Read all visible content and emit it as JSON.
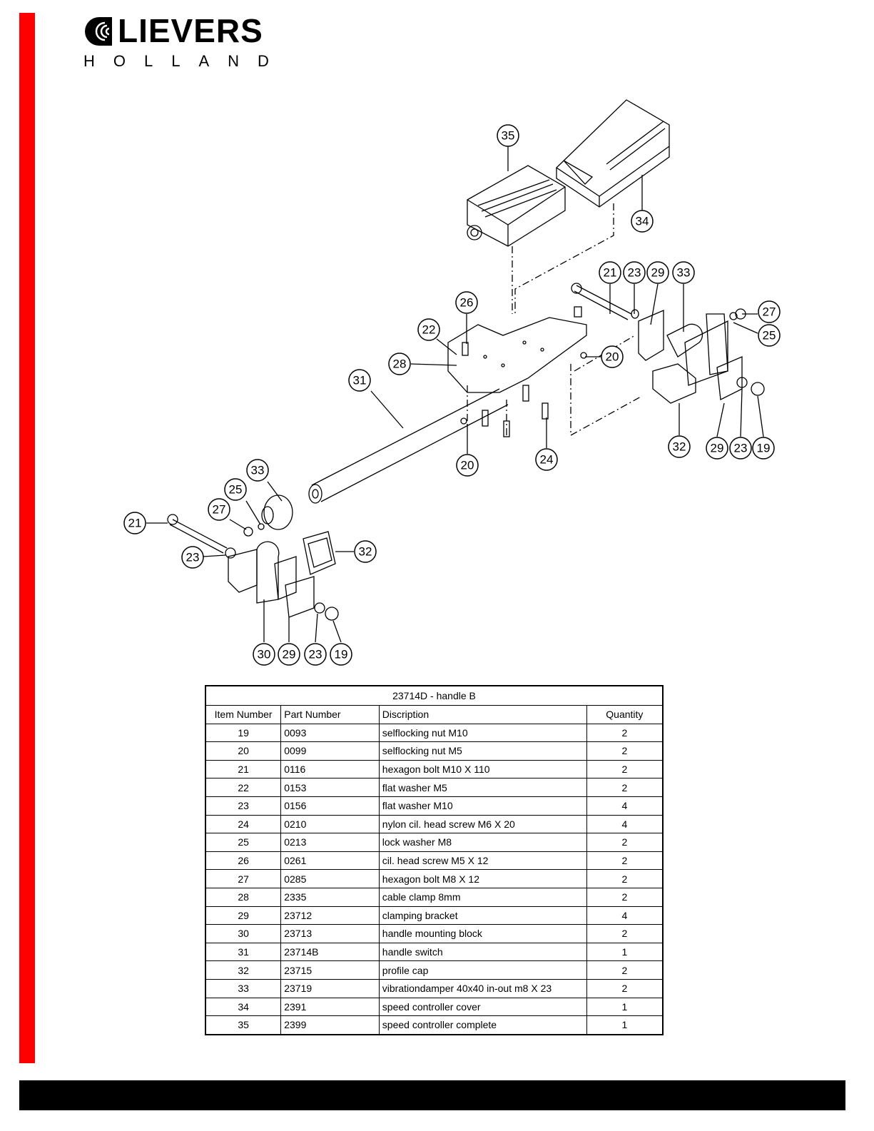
{
  "brand": {
    "name": "LIEVERS",
    "sub": "HOLLAND",
    "accent_color": "#ff0000"
  },
  "diagram": {
    "callouts": [
      "35",
      "34",
      "21",
      "23",
      "29",
      "33",
      "27",
      "25",
      "26",
      "22",
      "28",
      "20",
      "31",
      "24",
      "32",
      "29",
      "23",
      "19",
      "20",
      "33",
      "25",
      "27",
      "21",
      "23",
      "32",
      "30",
      "29",
      "23",
      "19"
    ]
  },
  "table": {
    "title": "23714D  -   handle B",
    "headers": [
      "Item Number",
      "Part Number",
      "Discription",
      "Quantity"
    ],
    "rows": [
      [
        "19",
        "0093",
        "selflocking nut M10",
        "2"
      ],
      [
        "20",
        "0099",
        "selflocking nut M5",
        "2"
      ],
      [
        "21",
        "0116",
        "hexagon bolt M10 X 110",
        "2"
      ],
      [
        "22",
        "0153",
        "flat washer M5",
        "2"
      ],
      [
        "23",
        "0156",
        "flat washer M10",
        "4"
      ],
      [
        "24",
        "0210",
        "nylon cil. head screw M6 X 20",
        "4"
      ],
      [
        "25",
        "0213",
        "lock washer M8",
        "2"
      ],
      [
        "26",
        "0261",
        "cil. head screw M5 X 12",
        "2"
      ],
      [
        "27",
        "0285",
        "hexagon bolt M8 X 12",
        "2"
      ],
      [
        "28",
        "2335",
        "cable clamp 8mm",
        "2"
      ],
      [
        "29",
        "23712",
        "clamping bracket",
        "4"
      ],
      [
        "30",
        "23713",
        "handle mounting block",
        "2"
      ],
      [
        "31",
        "23714B",
        "handle switch",
        "1"
      ],
      [
        "32",
        "23715",
        "profile cap",
        "2"
      ],
      [
        "33",
        "23719",
        "vibrationdamper 40x40 in-out m8 X 23",
        "2"
      ],
      [
        "34",
        "2391",
        "speed controller cover",
        "1"
      ],
      [
        "35",
        "2399",
        "speed controller complete",
        "1"
      ]
    ]
  }
}
